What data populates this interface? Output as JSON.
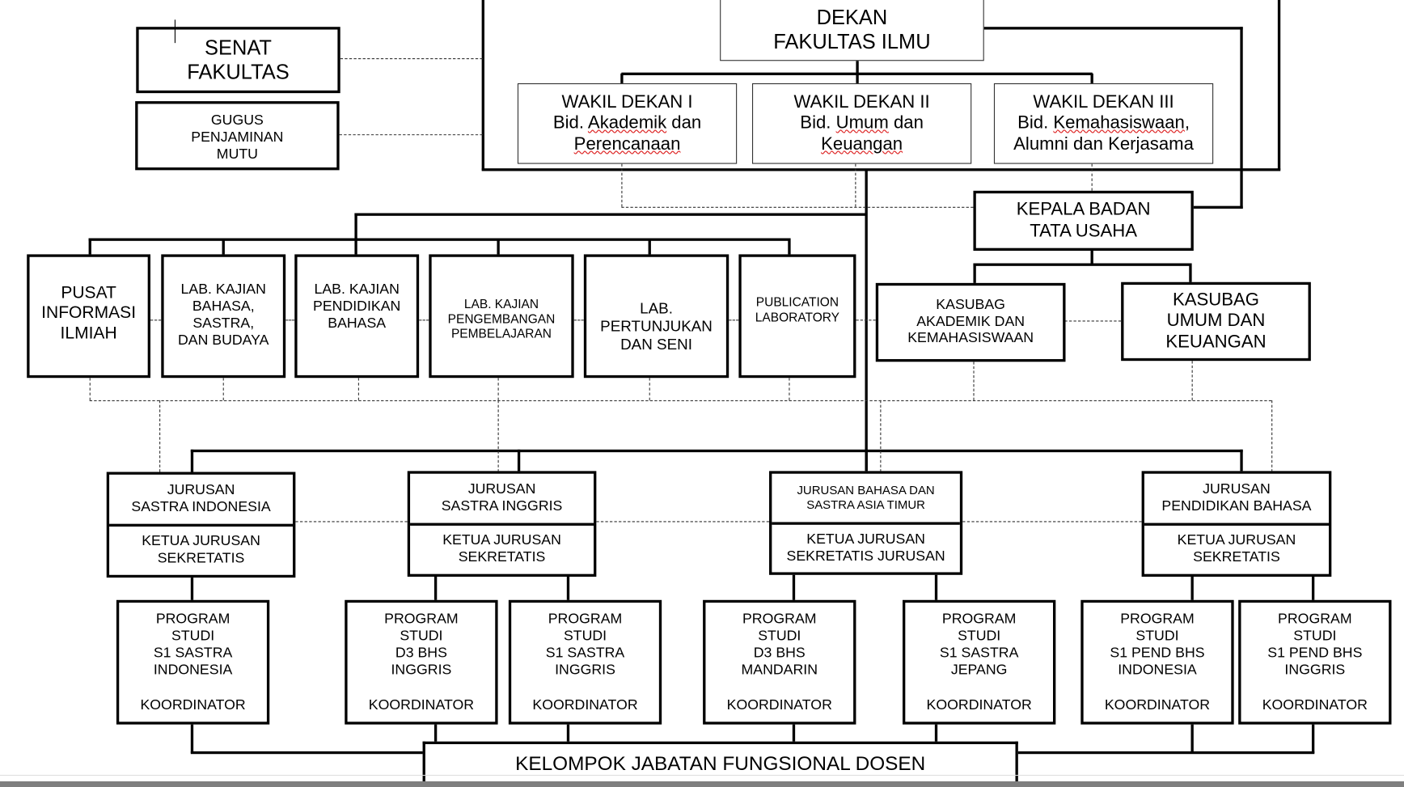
{
  "dekan": {
    "line1": "DEKAN",
    "line2": "FAKULTAS ILMU"
  },
  "senat": {
    "line1": "SENAT",
    "line2": "FAKULTAS"
  },
  "gugus": {
    "line1": "GUGUS",
    "line2": "PENJAMINAN",
    "line3": "MUTU"
  },
  "wakil": [
    {
      "title": "WAKIL DEKAN I",
      "line2a": "Bid. ",
      "line2b": "Akademik",
      "line2c": " dan",
      "line3": "Perencanaan"
    },
    {
      "title": "WAKIL DEKAN II",
      "line2a": "Bid. ",
      "line2b": "Umum",
      "line2c": " dan",
      "line3": "Keuangan"
    },
    {
      "title": "WAKIL DEKAN III",
      "line2a": "Bid. ",
      "line2b": "Kemahasiswaan",
      "line2c": ",",
      "line3": "Alumni dan Kerjasama"
    }
  ],
  "kepala": {
    "line1": "KEPALA BADAN",
    "line2": "TATA USAHA"
  },
  "labs": [
    {
      "lines": [
        "PUSAT",
        "INFORMASI",
        "ILMIAH"
      ]
    },
    {
      "lines": [
        "LAB. KAJIAN",
        "BAHASA,",
        "SASTRA,",
        "DAN BUDAYA"
      ]
    },
    {
      "lines": [
        "LAB. KAJIAN",
        "PENDIDIKAN",
        "BAHASA"
      ]
    },
    {
      "lines": [
        "LAB. KAJIAN",
        "PENGEMBANGAN",
        "PEMBELAJARAN"
      ]
    },
    {
      "lines": [
        "LAB.",
        "PERTUNJUKAN",
        "DAN SENI"
      ]
    },
    {
      "lines": [
        "PUBLICATION",
        "LABORATORY"
      ]
    }
  ],
  "kasubag": [
    {
      "lines": [
        "KASUBAG",
        "AKADEMIK DAN",
        "KEMAHASISWAAN"
      ]
    },
    {
      "lines": [
        "KASUBAG",
        "UMUM DAN",
        "KEUANGAN"
      ]
    }
  ],
  "jurusan": [
    {
      "top": [
        "JURUSAN",
        "SASTRA INDONESIA"
      ],
      "bottom": [
        "KETUA JURUSAN",
        "SEKRETATIS"
      ]
    },
    {
      "top": [
        "JURUSAN",
        "SASTRA INGGRIS"
      ],
      "bottom": [
        "KETUA JURUSAN",
        "SEKRETATIS"
      ]
    },
    {
      "top": [
        "JURUSAN BAHASA DAN",
        "SASTRA ASIA TIMUR"
      ],
      "bottom": [
        "KETUA JURUSAN",
        "SEKRETATIS JURUSAN"
      ]
    },
    {
      "top": [
        "JURUSAN",
        "PENDIDIKAN BAHASA"
      ],
      "bottom": [
        "KETUA JURUSAN",
        "SEKRETATIS"
      ]
    }
  ],
  "prodi": [
    {
      "lines": [
        "PROGRAM",
        "STUDI",
        "S1 SASTRA",
        "INDONESIA"
      ],
      "koor": "KOORDINATOR"
    },
    {
      "lines": [
        "PROGRAM",
        "STUDI",
        "D3 BHS",
        "INGGRIS"
      ],
      "koor": "KOORDINATOR"
    },
    {
      "lines": [
        "PROGRAM",
        "STUDI",
        "S1 SASTRA",
        "INGGRIS"
      ],
      "koor": "KOORDINATOR"
    },
    {
      "lines": [
        "PROGRAM",
        "STUDI",
        "D3 BHS",
        "MANDARIN"
      ],
      "koor": "KOORDINATOR"
    },
    {
      "lines": [
        "PROGRAM",
        "STUDI",
        "S1 SASTRA",
        "JEPANG"
      ],
      "koor": "KOORDINATOR"
    },
    {
      "lines": [
        "PROGRAM",
        "STUDI",
        "S1 PEND BHS",
        "INDONESIA"
      ],
      "koor": "KOORDINATOR"
    },
    {
      "lines": [
        "PROGRAM",
        "STUDI",
        "S1 PEND BHS",
        "INGGRIS"
      ],
      "koor": "KOORDINATOR"
    }
  ],
  "kelompok": "KELOMPOK JABATAN FUNGSIONAL DOSEN"
}
